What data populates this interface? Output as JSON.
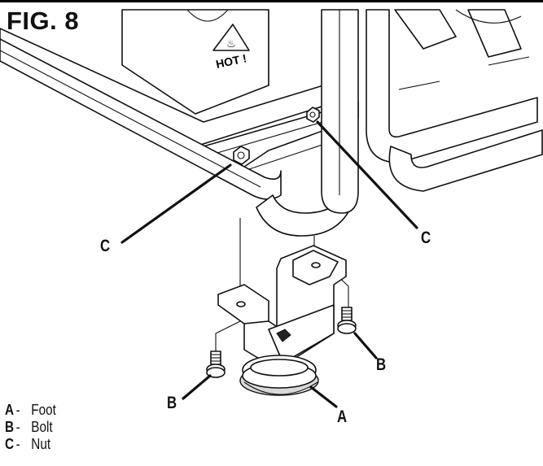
{
  "figure": {
    "title": "FIG. 8",
    "hot_label": "HOT !"
  },
  "callouts": {
    "c_left": "C",
    "c_right": "C",
    "b_left": "B",
    "b_right": "B",
    "a": "A"
  },
  "legend": [
    {
      "letter": "A",
      "dash": "-",
      "name": "Foot"
    },
    {
      "letter": "B",
      "dash": "-",
      "name": "Bolt"
    },
    {
      "letter": "C",
      "dash": "-",
      "name": "Nut"
    }
  ]
}
